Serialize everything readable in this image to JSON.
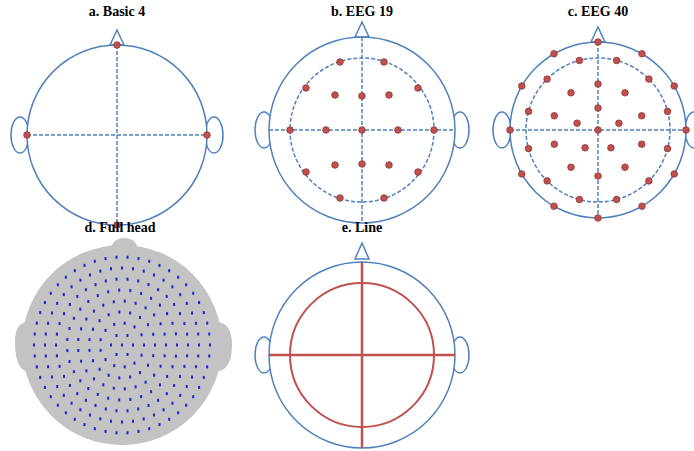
{
  "diagram": {
    "labels": [
      "a. Basic 4",
      "b. EEG 19",
      "c. EEG 40",
      "d. Full head",
      "e. Line"
    ]
  }
}
